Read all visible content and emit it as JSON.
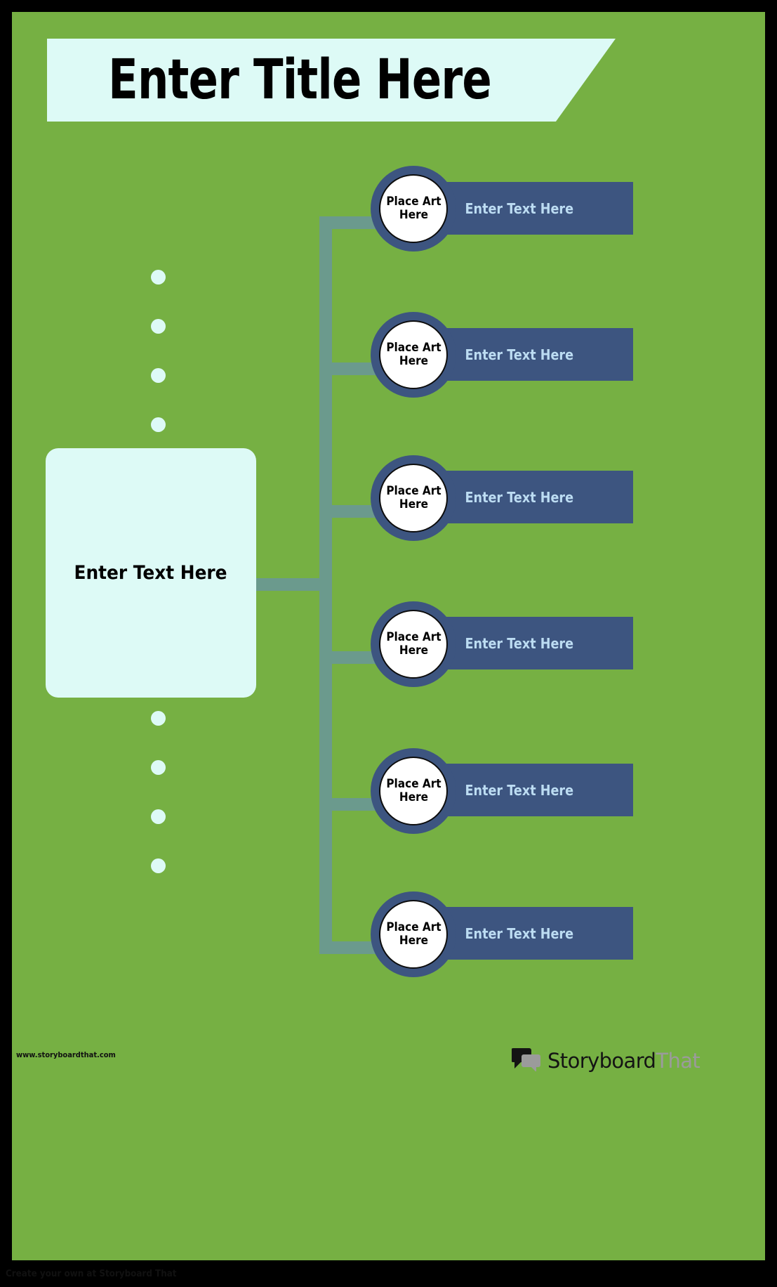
{
  "poster": {
    "background_color": "#76b043",
    "title": {
      "text": "Enter Title Here",
      "background_color": "#ddfaf6",
      "text_color": "#000000"
    },
    "main_box": {
      "text": "Enter Text Here",
      "background_color": "#ddfaf6",
      "text_color": "#000000"
    },
    "connector_color": "#6b9a8d",
    "dot_color": "#ddfaf6",
    "dots_above_count": 4,
    "dots_below_count": 4,
    "node_ring_color": "#3d5580",
    "bar_color": "#3d5580",
    "bar_text_color": "#bcdcf2",
    "branches": [
      {
        "art_label_line1": "Place Art",
        "art_label_line2": "Here",
        "text": "Enter Text Here"
      },
      {
        "art_label_line1": "Place Art",
        "art_label_line2": "Here",
        "text": "Enter Text Here"
      },
      {
        "art_label_line1": "Place Art",
        "art_label_line2": "Here",
        "text": "Enter Text Here"
      },
      {
        "art_label_line1": "Place Art",
        "art_label_line2": "Here",
        "text": "Enter Text Here"
      },
      {
        "art_label_line1": "Place Art",
        "art_label_line2": "Here",
        "text": "Enter Text Here"
      },
      {
        "art_label_line1": "Place Art",
        "art_label_line2": "Here",
        "text": "Enter Text Here"
      }
    ],
    "footer": {
      "url": "www.storyboardthat.com",
      "logo_word_1": "Storyboard",
      "logo_word_2": "That",
      "logo_icon": "speech-bubbles-icon",
      "attribution": "Create your own at Storyboard That"
    }
  }
}
